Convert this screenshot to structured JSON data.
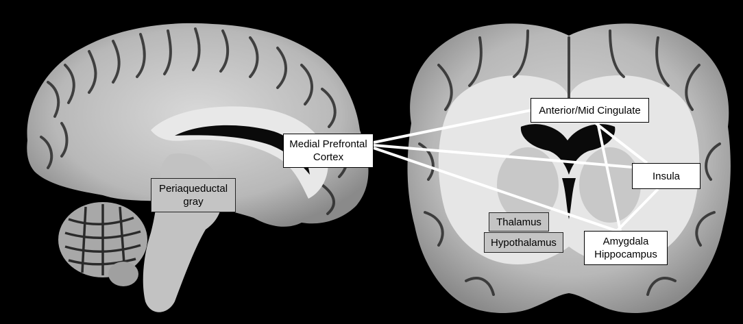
{
  "regions": {
    "mpfc": {
      "text": "Medial Prefrontal\nCortex",
      "style": "white"
    },
    "acc": {
      "text": "Anterior/Mid Cingulate",
      "style": "white"
    },
    "insula": {
      "text": "Insula",
      "style": "white"
    },
    "amygdala": {
      "text": "Amygdala\nHippocampus",
      "style": "white"
    },
    "pag": {
      "text": "Periaqueductal\ngray",
      "style": "gray"
    },
    "thalamus": {
      "text": "Thalamus",
      "style": "gray"
    },
    "hypothalamus": {
      "text": "Hypothalamus",
      "style": "gray"
    }
  },
  "connections": [
    [
      "mpfc",
      "acc"
    ],
    [
      "mpfc",
      "insula"
    ],
    [
      "mpfc",
      "amygdala"
    ],
    [
      "acc",
      "insula"
    ],
    [
      "acc",
      "amygdala"
    ],
    [
      "insula",
      "amygdala"
    ]
  ],
  "colors": {
    "background": "#000000",
    "tissue": "#bdbdbd",
    "white_matter": "#e8e8e8",
    "connection": "#ffffff"
  }
}
